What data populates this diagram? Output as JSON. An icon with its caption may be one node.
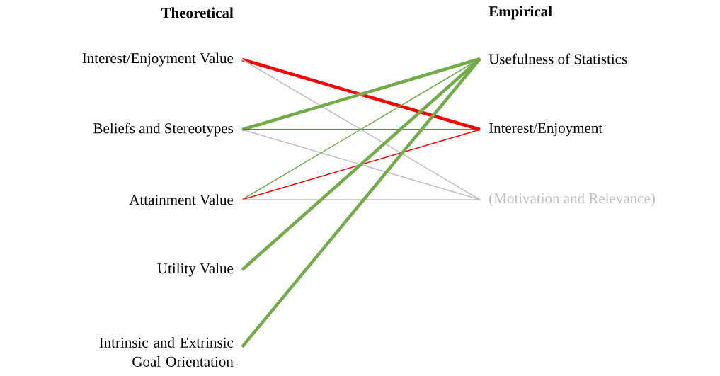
{
  "diagram": {
    "nodes": [
      {
        "text": [
          "Interest/Enjoyment Value"
        ]
      },
      {
        "text": [
          "Beliefs and Stereotypes"
        ]
      },
      {
        "text": [
          "Attainment Value"
        ]
      },
      {
        "text": [
          "Utility Value"
        ]
      },
      {
        "text": [
          "Intrinsic and Extrinsic Goal Orientation"
        ]
      },
      {
        "text": [
          "Usefulness of Statistics"
        ]
      },
      {
        "text": [
          "Interest/Enjoyment"
        ]
      },
      {
        "text": [
          "(Motivation and Relevance)"
        ]
      }
    ],
    "edges": [
      {
        "from": 0,
        "to": 6,
        "arrow": "none",
        "style": "thick",
        "color": "#ff0000"
      },
      {
        "from": 0,
        "to": 7,
        "arrow": "none",
        "color": "#bfbfbf"
      },
      {
        "from": 1,
        "to": 5,
        "arrow": "none",
        "style": "thick",
        "color": "#70ad47"
      },
      {
        "from": 1,
        "to": 6,
        "arrow": "none",
        "color": "#ff0000"
      },
      {
        "from": 1,
        "to": 7,
        "arrow": "none",
        "color": "#bfbfbf"
      },
      {
        "from": 2,
        "to": 5,
        "arrow": "none",
        "color": "#70ad47"
      },
      {
        "from": 2,
        "to": 6,
        "arrow": "none",
        "color": "#ff0000"
      },
      {
        "from": 2,
        "to": 7,
        "arrow": "none",
        "color": "#bfbfbf"
      },
      {
        "from": 3,
        "to": 5,
        "arrow": "none",
        "style": "thick",
        "color": "#70ad47"
      },
      {
        "from": 4,
        "to": 5,
        "arrow": "none",
        "style": "thick",
        "color": "#70ad47"
      }
    ],
    "labels": [
      "Theoretical",
      "Empirical"
    ]
  }
}
